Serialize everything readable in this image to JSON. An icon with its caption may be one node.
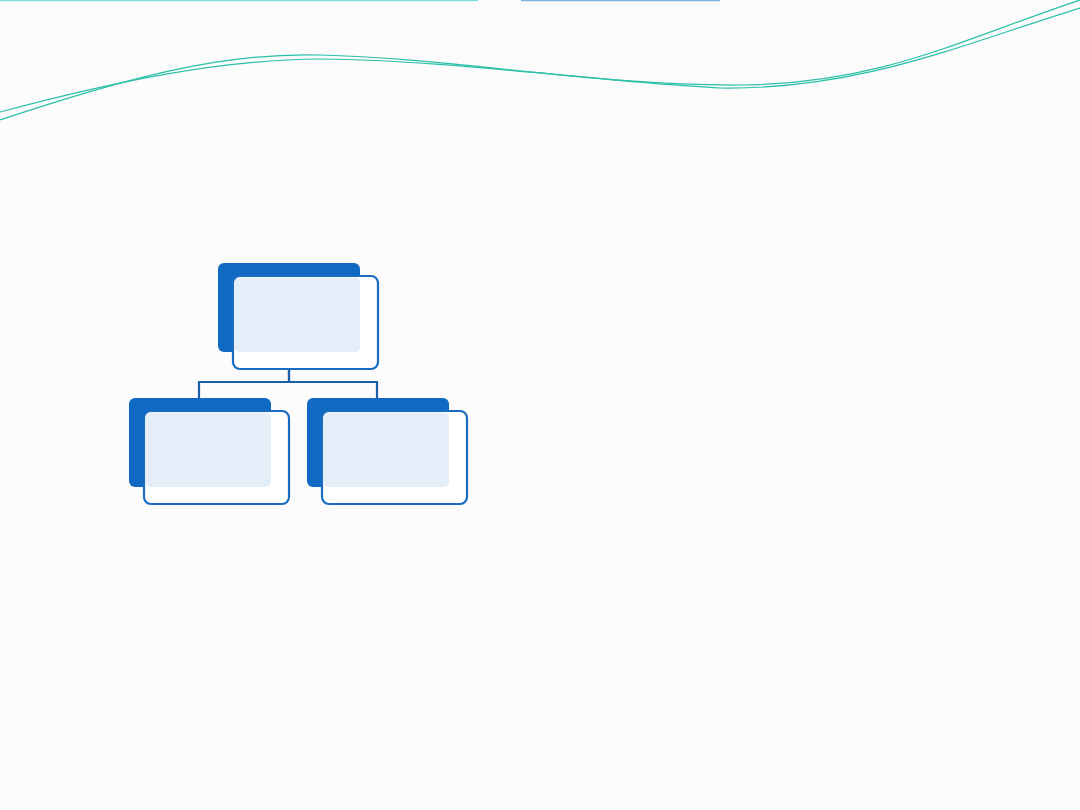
{
  "diagram": {
    "nodes": [
      {
        "text": [],
        "shape": "box"
      },
      {
        "text": [],
        "shape": "box"
      },
      {
        "text": [],
        "shape": "box"
      }
    ],
    "edges": [
      {
        "from": 0,
        "to": 1,
        "arrow": "none"
      },
      {
        "from": 0,
        "to": 2,
        "arrow": "none"
      }
    ]
  }
}
